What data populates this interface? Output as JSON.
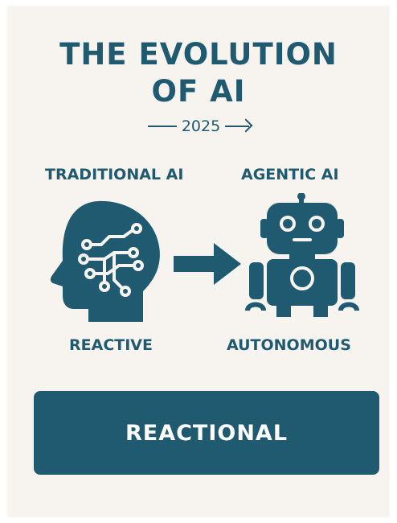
{
  "title": {
    "line1": "THE EVOLUTION",
    "line2": "OF AI"
  },
  "year": "2025",
  "left": {
    "heading": "TRADITIONAL AI",
    "caption": "REACTIVE",
    "icon": "brain-circuit-head-icon"
  },
  "right": {
    "heading": "AGENTIC AI",
    "caption": "AUTONOMOUS",
    "icon": "robot-icon"
  },
  "transition_icon": "arrow-right-icon",
  "banner": {
    "text": "REACTIONAL"
  },
  "colors": {
    "primary": "#1f5a70",
    "background": "#f7f4ef",
    "banner_text": "#ffffff"
  }
}
